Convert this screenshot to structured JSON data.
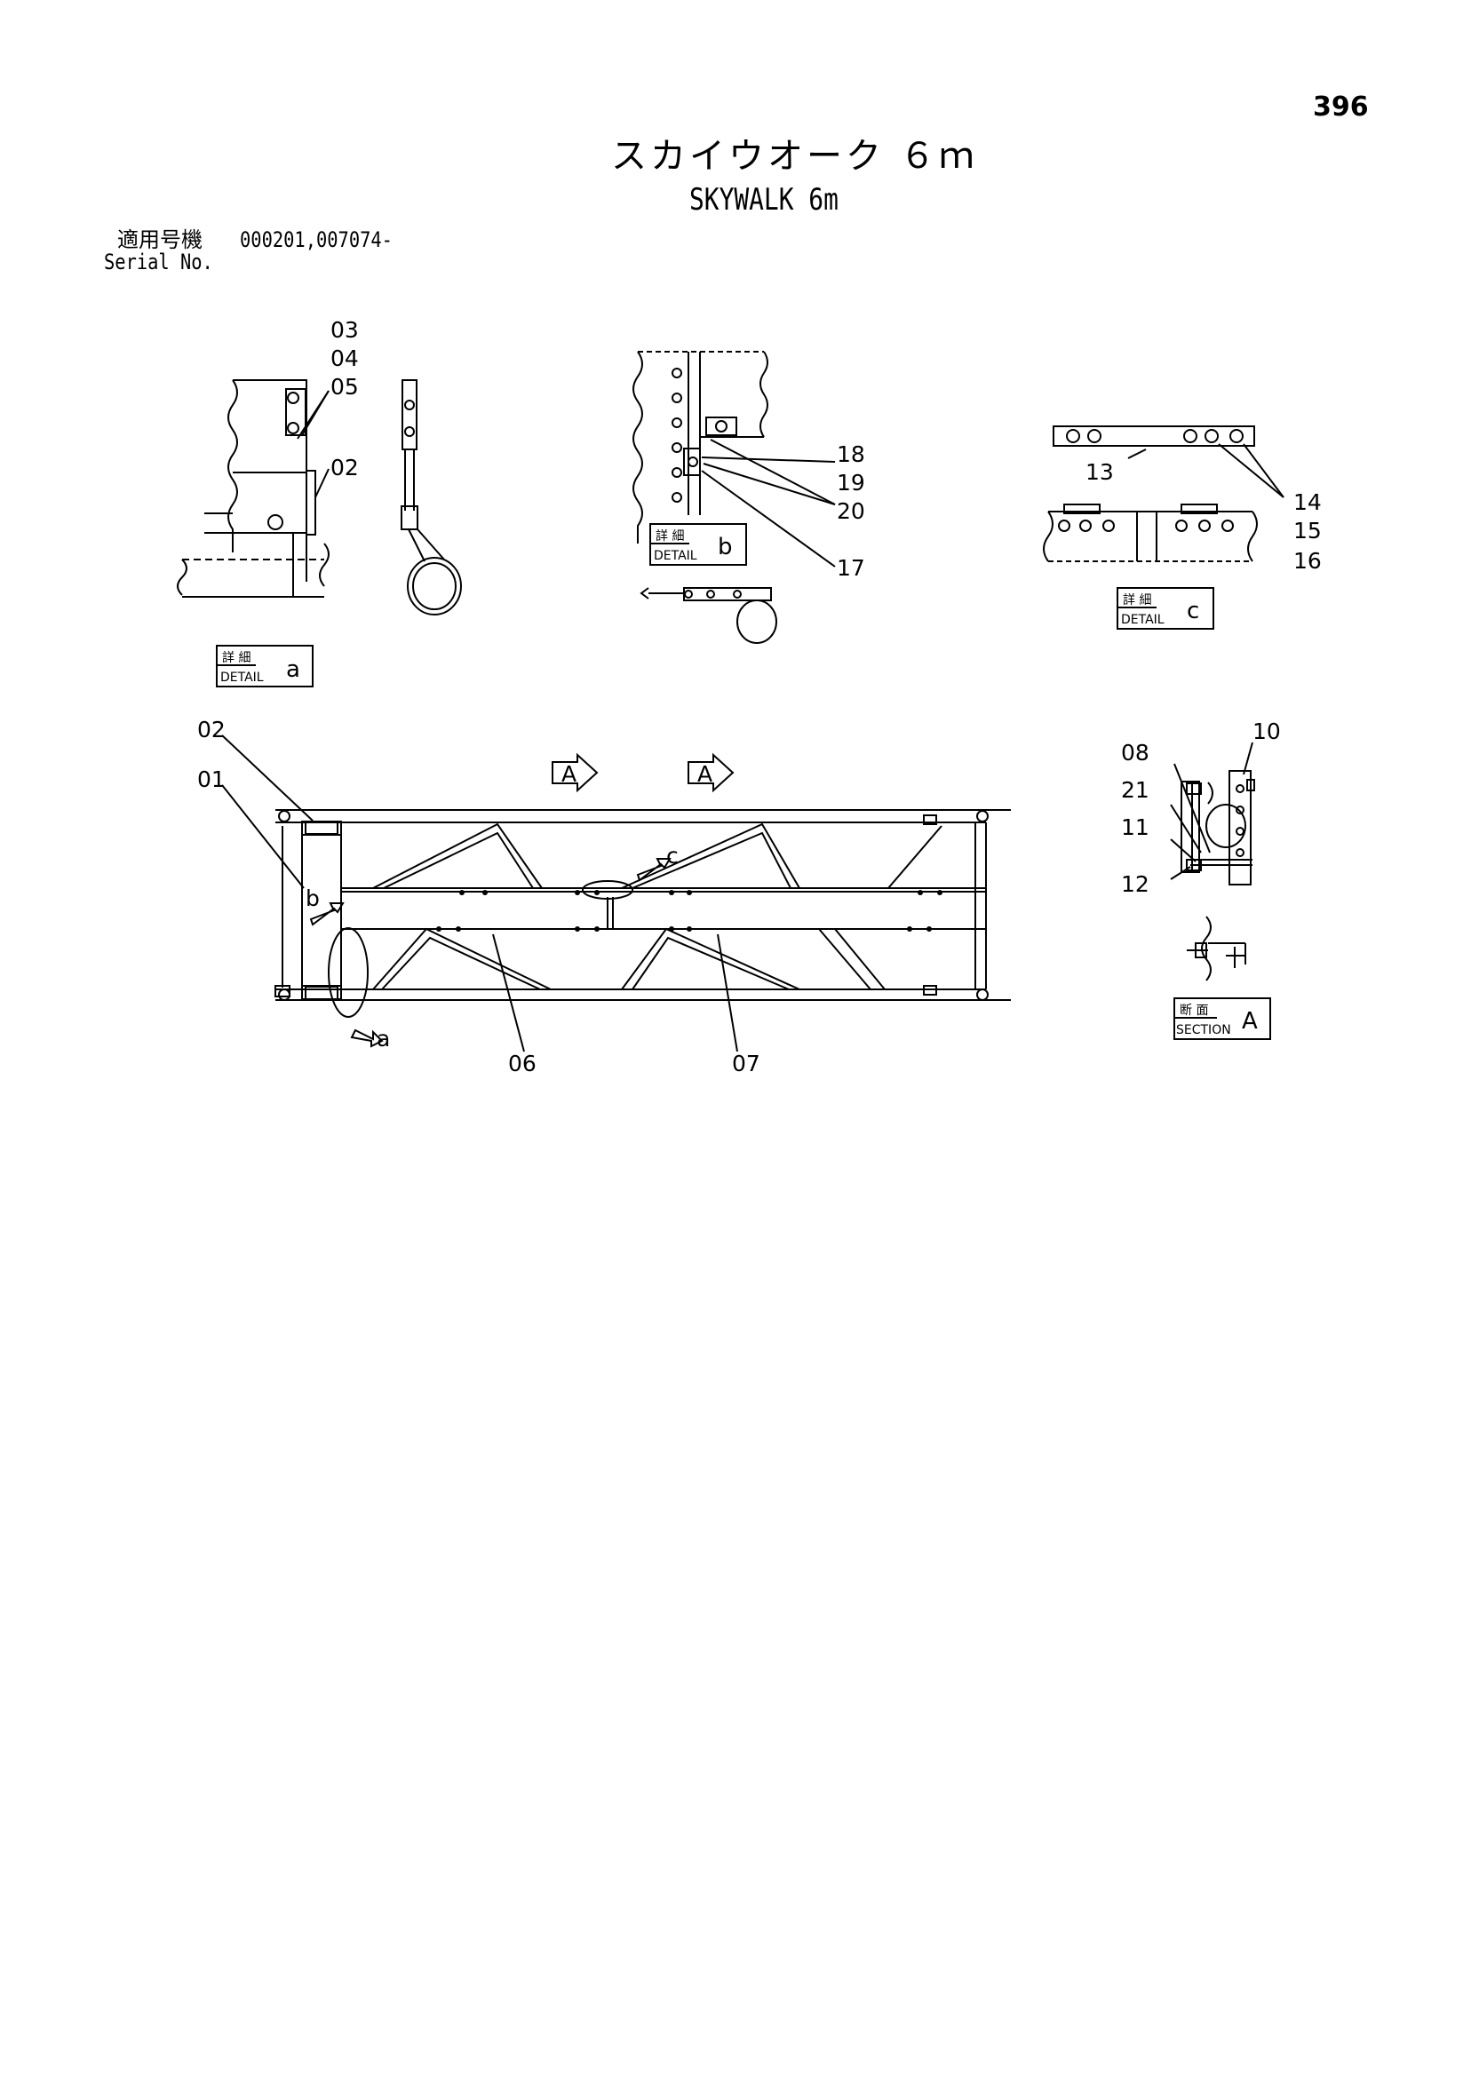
{
  "header": {
    "page_number": "396",
    "title_jp": "スカイウオーク ６ｍ",
    "title_en": "SKYWALK 6m",
    "serial_label_jp": "適用号機",
    "serial_values": "000201,007074-",
    "serial_label_en": "Serial No."
  },
  "callouts": {
    "c03": "03",
    "c04": "04",
    "c05": "05",
    "c02a": "02",
    "c18": "18",
    "c19": "19",
    "c20": "20",
    "c17": "17",
    "c13": "13",
    "c14": "14",
    "c15": "15",
    "c16": "16",
    "c02b": "02",
    "c01": "01",
    "c06": "06",
    "c07": "07",
    "c08": "08",
    "c10": "10",
    "c21": "21",
    "c11": "11",
    "c12": "12",
    "view_a1": "A",
    "view_a2": "A",
    "ref_b": "b",
    "ref_c": "c",
    "ref_a": "a"
  },
  "boxes": {
    "detail_a": {
      "jp": "詳 細",
      "en": "DETAIL",
      "letter": "a"
    },
    "detail_b": {
      "jp": "詳 細",
      "en": "DETAIL",
      "letter": "b"
    },
    "detail_c": {
      "jp": "詳 細",
      "en": "DETAIL",
      "letter": "c"
    },
    "section_a": {
      "jp": "断 面",
      "en": "SECTION",
      "letter": "A"
    }
  }
}
